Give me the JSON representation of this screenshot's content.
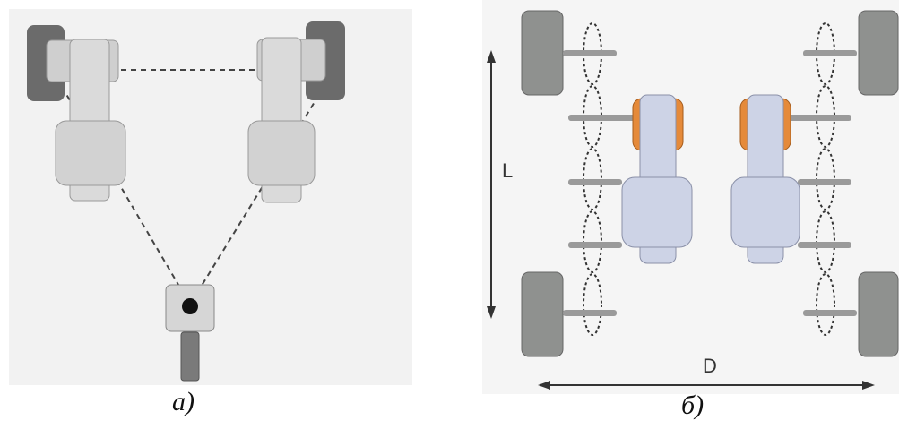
{
  "captions": {
    "a": "а)",
    "b": "б)"
  },
  "labels": {
    "length": "L",
    "width": "D"
  },
  "colors": {
    "tire_dark": "#5a5a5a",
    "tire_grey": "#8f918f",
    "tractor_light": "#d8d8d8",
    "tractor_blue": "#cdd3e6",
    "weight_orange": "#e58a3a",
    "dashed_line": "#444444"
  }
}
